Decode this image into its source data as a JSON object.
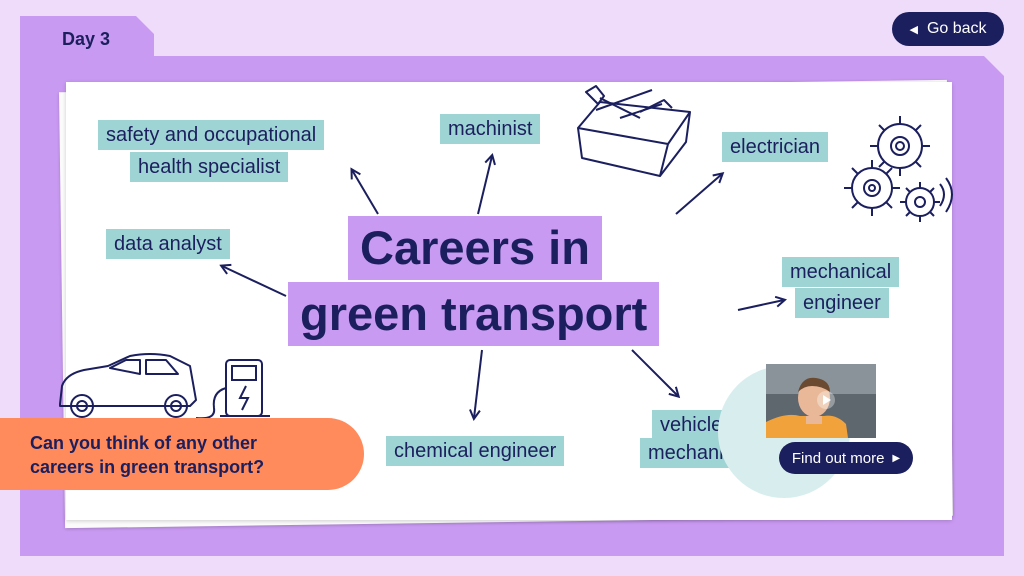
{
  "header": {
    "day_label": "Day 3",
    "back_label": "Go back"
  },
  "title": {
    "line1": "Careers in",
    "line2": "green transport"
  },
  "careers": {
    "safety": {
      "line1": "safety and occupational",
      "line2": "health specialist"
    },
    "machinist": "machinist",
    "electrician": "electrician",
    "data_analyst": "data analyst",
    "mechanical": {
      "line1": "mechanical",
      "line2": "engineer"
    },
    "chemical": "chemical engineer",
    "vehicle": {
      "line1": "vehicle",
      "line2": "mechanic"
    }
  },
  "callout": {
    "line1": "Can you think of any other",
    "line2": "careers in green transport?"
  },
  "video": {
    "button_label": "Find out more"
  },
  "icons": [
    "back-chevron-icon",
    "toolbox-icon",
    "gears-icon",
    "electric-car-icon",
    "charging-station-icon",
    "play-icon",
    "forward-chevron-icon"
  ],
  "colors": {
    "navy": "#1b1f5e",
    "purple": "#c99af2",
    "background": "#efdcfb",
    "teal_label": "#9fd4d4",
    "orange": "#ff8a5c"
  }
}
